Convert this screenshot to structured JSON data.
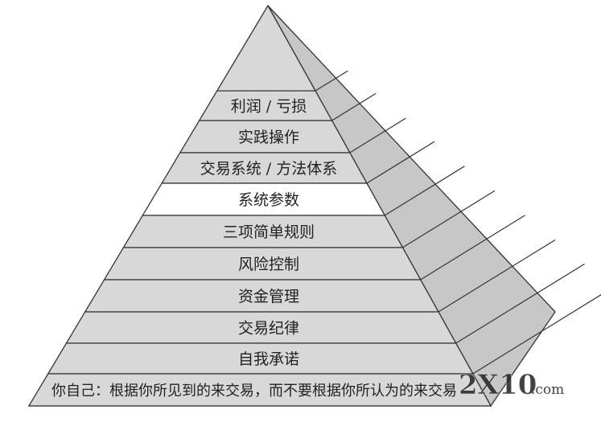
{
  "pyramid": {
    "levels": [
      {
        "label": "利润 / 亏损",
        "highlight": false
      },
      {
        "label": "实践操作",
        "highlight": false
      },
      {
        "label": "交易系统 / 方法体系",
        "highlight": false
      },
      {
        "label": "系统参数",
        "highlight": true
      },
      {
        "label": "三项简单规则",
        "highlight": false
      },
      {
        "label": "风险控制",
        "highlight": false
      },
      {
        "label": "资金管理",
        "highlight": false
      },
      {
        "label": "交易纪律",
        "highlight": false
      },
      {
        "label": "自我承诺",
        "highlight": false
      },
      {
        "label": "你自己：根据你所见到的来交易，而不要根据你所认为的来交易",
        "highlight": false
      }
    ],
    "colors": {
      "face": "#d8d8d8",
      "side": "#c7c7c7",
      "highlight": "#ffffff",
      "line": "#333333"
    }
  },
  "watermark": {
    "brand": "2X10",
    "suffix": ".com"
  }
}
